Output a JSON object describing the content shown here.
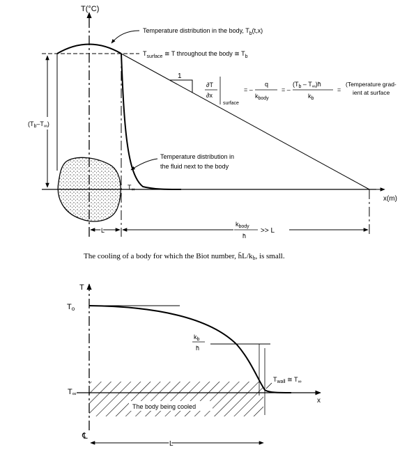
{
  "top": {
    "axis_y": "T(°C)",
    "axis_x": "x(m)",
    "label_body_dist": "Temperature distribution in the body, T",
    "label_body_dist_sub": "b",
    "label_body_dist_args": "(t,x)",
    "label_surface_T": "T",
    "label_surface_sub": "surface",
    "label_surface_rest": " ≅ T throughout the body ≅ T",
    "label_surface_rest_sub": "b",
    "slope_one": "1",
    "deriv_num": "∂T",
    "deriv_den": "∂x",
    "deriv_sub": "surface",
    "eq_neg1": "= –",
    "eq_q": "q",
    "eq_kbody": "k",
    "eq_kbody_sub": "body",
    "eq_neg2": "= –",
    "eq_num2": "(T",
    "eq_num2_b": "b",
    "eq_num2_mid": " – T",
    "eq_num2_inf": "∞",
    "eq_num2_end": ")h̄",
    "eq_den2": "k",
    "eq_den2_sub": "b",
    "eq_eq": "=",
    "grad_label_1": "(Temperature grad-",
    "grad_label_2": "ient at surface",
    "dT_label": "(T",
    "dT_label_b": "b",
    "dT_label_mid": "–T",
    "dT_label_inf": "∞",
    "dT_label_end": ")",
    "fluid_label_1": "Temperature distribution in",
    "fluid_label_2": "the fluid next to the body",
    "T_inf": "T",
    "T_inf_sub": "∞",
    "dim_L": "L",
    "dim_k": "k",
    "dim_k_sub": "body",
    "dim_h": "h̄",
    "dim_gg": ">> L"
  },
  "caption": "The cooling of a body for which the Biot number, h̄L/k",
  "caption_sub": "b",
  "caption_end": ", is small.",
  "bottom": {
    "axis_y": "T",
    "axis_x": "x",
    "T0": "T",
    "T0_sub": "o",
    "Tinf": "T",
    "Tinf_sub": "∞",
    "kb": "k",
    "kb_sub": "b",
    "h": "h̄",
    "twall": "T",
    "twall_sub": "wall",
    "twall_rest": " ≅ T",
    "twall_inf": "∞",
    "body_label": "The body being cooled",
    "centerline": "℄",
    "dim_L": "L"
  }
}
